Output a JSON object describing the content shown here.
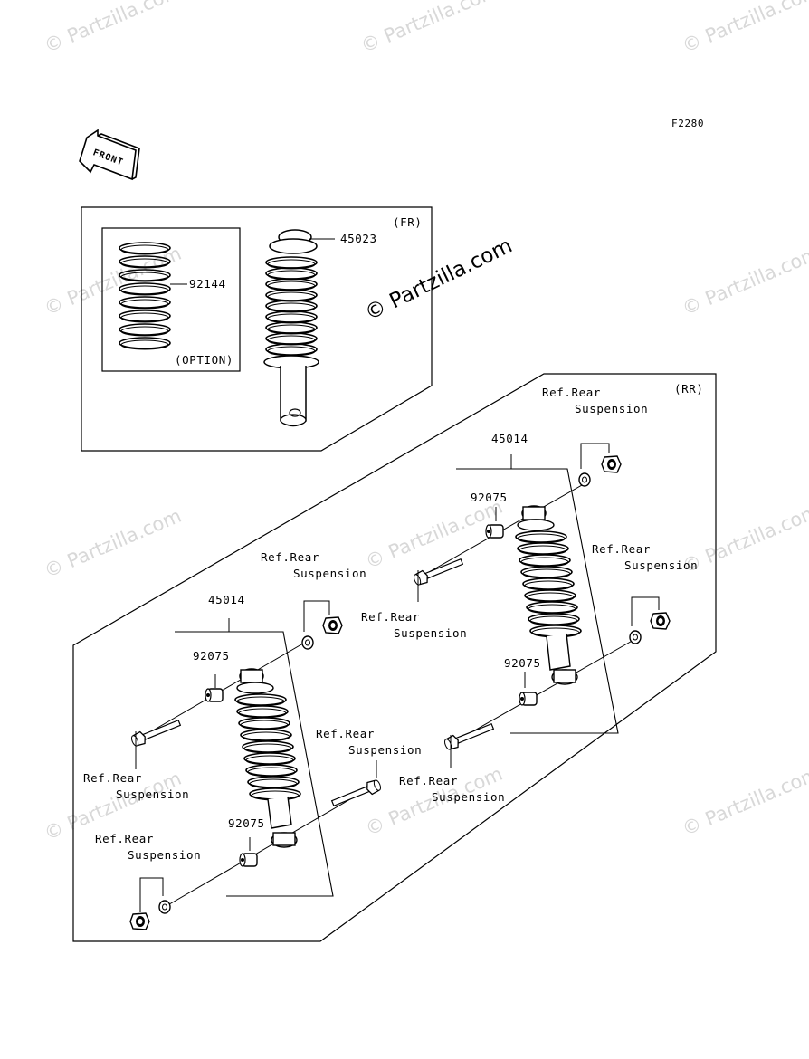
{
  "diagram_code": "F2280",
  "front_label": "FRONT",
  "watermark": "© Partzilla.com",
  "main_watermark": "© Partzilla.com",
  "front_section": {
    "tag": "(FR)",
    "option_tag": "(OPTION)",
    "spring_part": "92144",
    "shock_part": "45023"
  },
  "rear_section": {
    "tag": "(RR)",
    "right_shock_part": "45014",
    "left_shock_part": "45014",
    "bushing_part": "92075",
    "ref_line1": "Ref.Rear",
    "ref_line2": "Suspension"
  }
}
